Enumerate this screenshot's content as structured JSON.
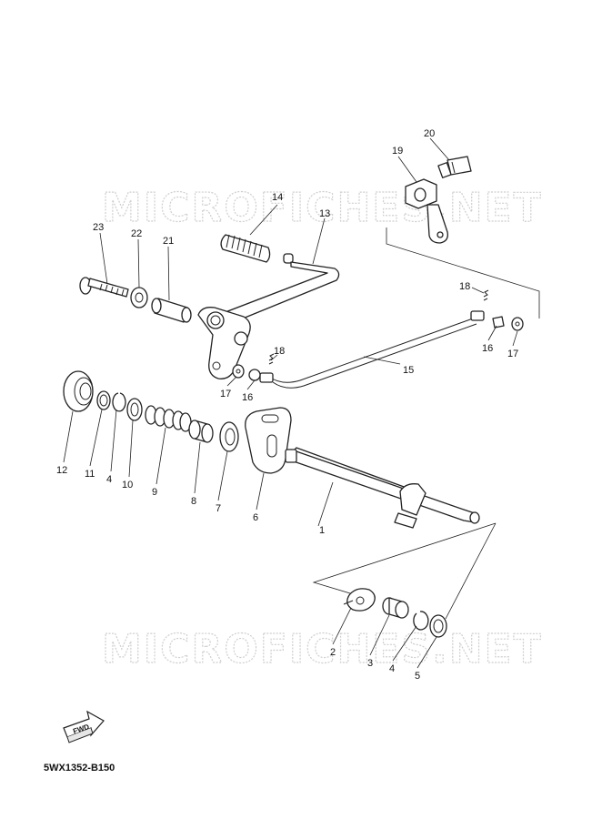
{
  "watermark": "MICROFICHES.NET",
  "reference_code": "5WX1352-B150",
  "fwd_label": "FWD",
  "callouts": [
    "1",
    "2",
    "3",
    "4",
    "5",
    "6",
    "7",
    "8",
    "9",
    "10",
    "11",
    "12",
    "13",
    "14",
    "15",
    "16",
    "17",
    "18",
    "19",
    "20",
    "21",
    "22",
    "23"
  ],
  "secondary_callouts": {
    "c16b": "16",
    "c17b": "17",
    "c18b": "18",
    "c4b": "4"
  }
}
